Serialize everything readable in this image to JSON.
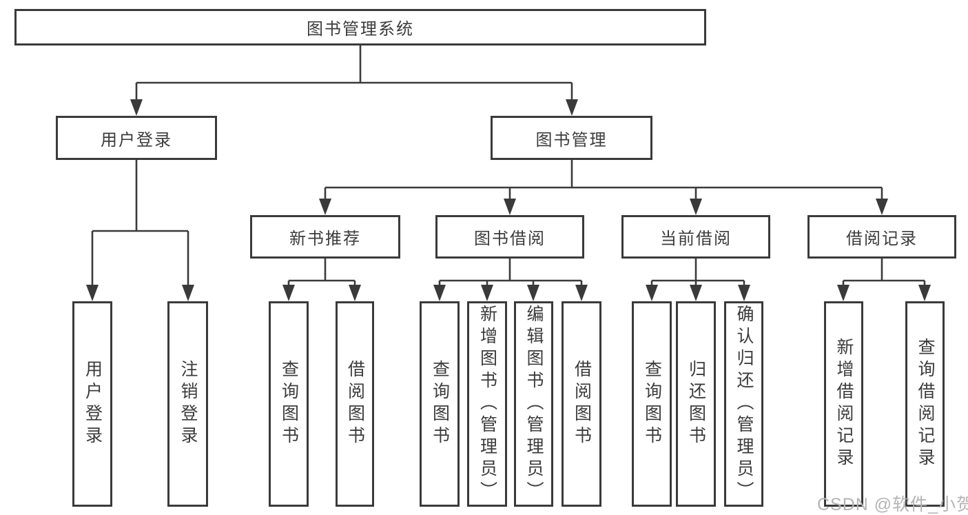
{
  "tree": {
    "root": {
      "label": "图书管理系统"
    },
    "user_login": {
      "label": "用户登录",
      "children": [
        {
          "label": "用户登录"
        },
        {
          "label": "注销登录"
        }
      ]
    },
    "book_management": {
      "label": "图书管理",
      "children": [
        {
          "label": "新书推荐",
          "children": [
            {
              "label": "查询图书"
            },
            {
              "label": "借阅图书"
            }
          ]
        },
        {
          "label": "图书借阅",
          "children": [
            {
              "label": "查询图书"
            },
            {
              "label": "新增图书（管理员）"
            },
            {
              "label": "编辑图书（管理员）"
            },
            {
              "label": "借阅图书"
            }
          ]
        },
        {
          "label": "当前借阅",
          "children": [
            {
              "label": "查询图书"
            },
            {
              "label": "归还图书"
            },
            {
              "label": "确认归还（管理员）"
            }
          ]
        },
        {
          "label": "借阅记录",
          "children": [
            {
              "label": "新增借阅记录"
            },
            {
              "label": "查询借阅记录"
            }
          ]
        }
      ]
    }
  },
  "watermark": {
    "text": "CSDN @软件_小贺同学"
  },
  "colors": {
    "line": "#3a3a3a",
    "text": "#3b3b3b",
    "watermark": "#b4b4b4",
    "background": "#ffffff"
  }
}
